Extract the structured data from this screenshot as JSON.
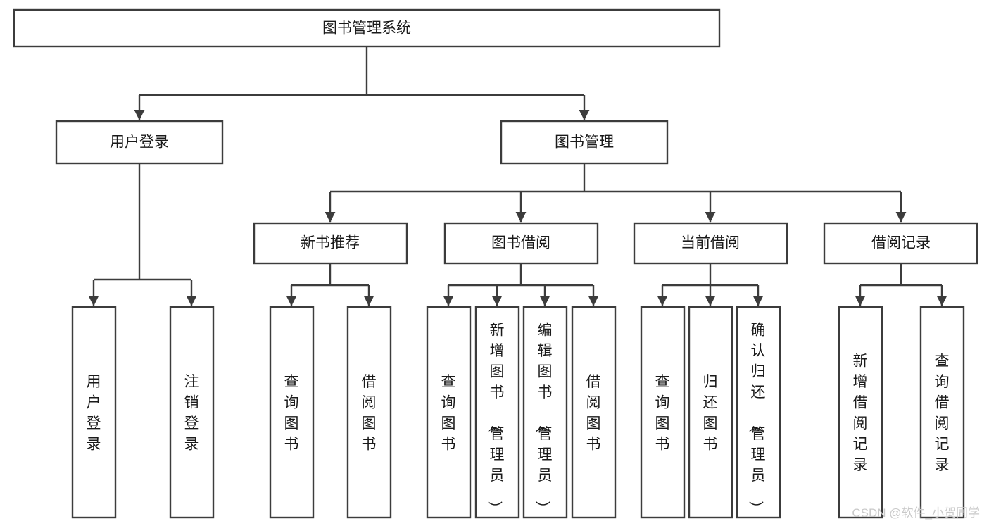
{
  "diagram": {
    "type": "tree-hierarchy-flowchart",
    "title": "图书管理系统",
    "root": {
      "id": "root",
      "label": "图书管理系统",
      "orientation": "horizontal"
    },
    "level2": [
      {
        "id": "user-login",
        "label": "用户登录",
        "orientation": "horizontal"
      },
      {
        "id": "book-management",
        "label": "图书管理",
        "orientation": "horizontal"
      }
    ],
    "level3": [
      {
        "id": "new-book-recommend",
        "label": "新书推荐",
        "parent": "book-management",
        "orientation": "horizontal"
      },
      {
        "id": "book-borrow",
        "label": "图书借阅",
        "parent": "book-management",
        "orientation": "horizontal"
      },
      {
        "id": "current-borrow",
        "label": "当前借阅",
        "parent": "book-management",
        "orientation": "horizontal"
      },
      {
        "id": "borrow-record",
        "label": "借阅记录",
        "parent": "book-management",
        "orientation": "horizontal"
      }
    ],
    "leaves": [
      {
        "id": "leaf-user-login",
        "label": "用户登录",
        "parent": "user-login",
        "orientation": "vertical"
      },
      {
        "id": "leaf-user-logout",
        "label": "注销登录",
        "parent": "user-login",
        "orientation": "vertical"
      },
      {
        "id": "leaf-query-book-1",
        "label": "查询图书",
        "parent": "new-book-recommend",
        "orientation": "vertical"
      },
      {
        "id": "leaf-borrow-book-1",
        "label": "借阅图书",
        "parent": "new-book-recommend",
        "orientation": "vertical"
      },
      {
        "id": "leaf-query-book-2",
        "label": "查询图书",
        "parent": "book-borrow",
        "orientation": "vertical"
      },
      {
        "id": "leaf-add-book",
        "label": "新增图书（管理员）",
        "parent": "book-borrow",
        "orientation": "vertical"
      },
      {
        "id": "leaf-edit-book",
        "label": "编辑图书（管理员）",
        "parent": "book-borrow",
        "orientation": "vertical"
      },
      {
        "id": "leaf-borrow-book-2",
        "label": "借阅图书",
        "parent": "book-borrow",
        "orientation": "vertical"
      },
      {
        "id": "leaf-query-book-3",
        "label": "查询图书",
        "parent": "current-borrow",
        "orientation": "vertical"
      },
      {
        "id": "leaf-return-book",
        "label": "归还图书",
        "parent": "current-borrow",
        "orientation": "vertical"
      },
      {
        "id": "leaf-confirm-return",
        "label": "确认归还（管理员）",
        "parent": "current-borrow",
        "orientation": "vertical"
      },
      {
        "id": "leaf-add-record",
        "label": "新增借阅记录",
        "parent": "borrow-record",
        "orientation": "vertical"
      },
      {
        "id": "leaf-query-record",
        "label": "查询借阅记录",
        "parent": "borrow-record",
        "orientation": "vertical"
      }
    ],
    "watermark": "CSDN @软件_小贺同学",
    "colors": {
      "background": "#ffffff",
      "box_stroke": "#3c3c3c",
      "box_fill": "#ffffff",
      "text": "#1a1a1a",
      "watermark": "#c9c9c9"
    }
  }
}
